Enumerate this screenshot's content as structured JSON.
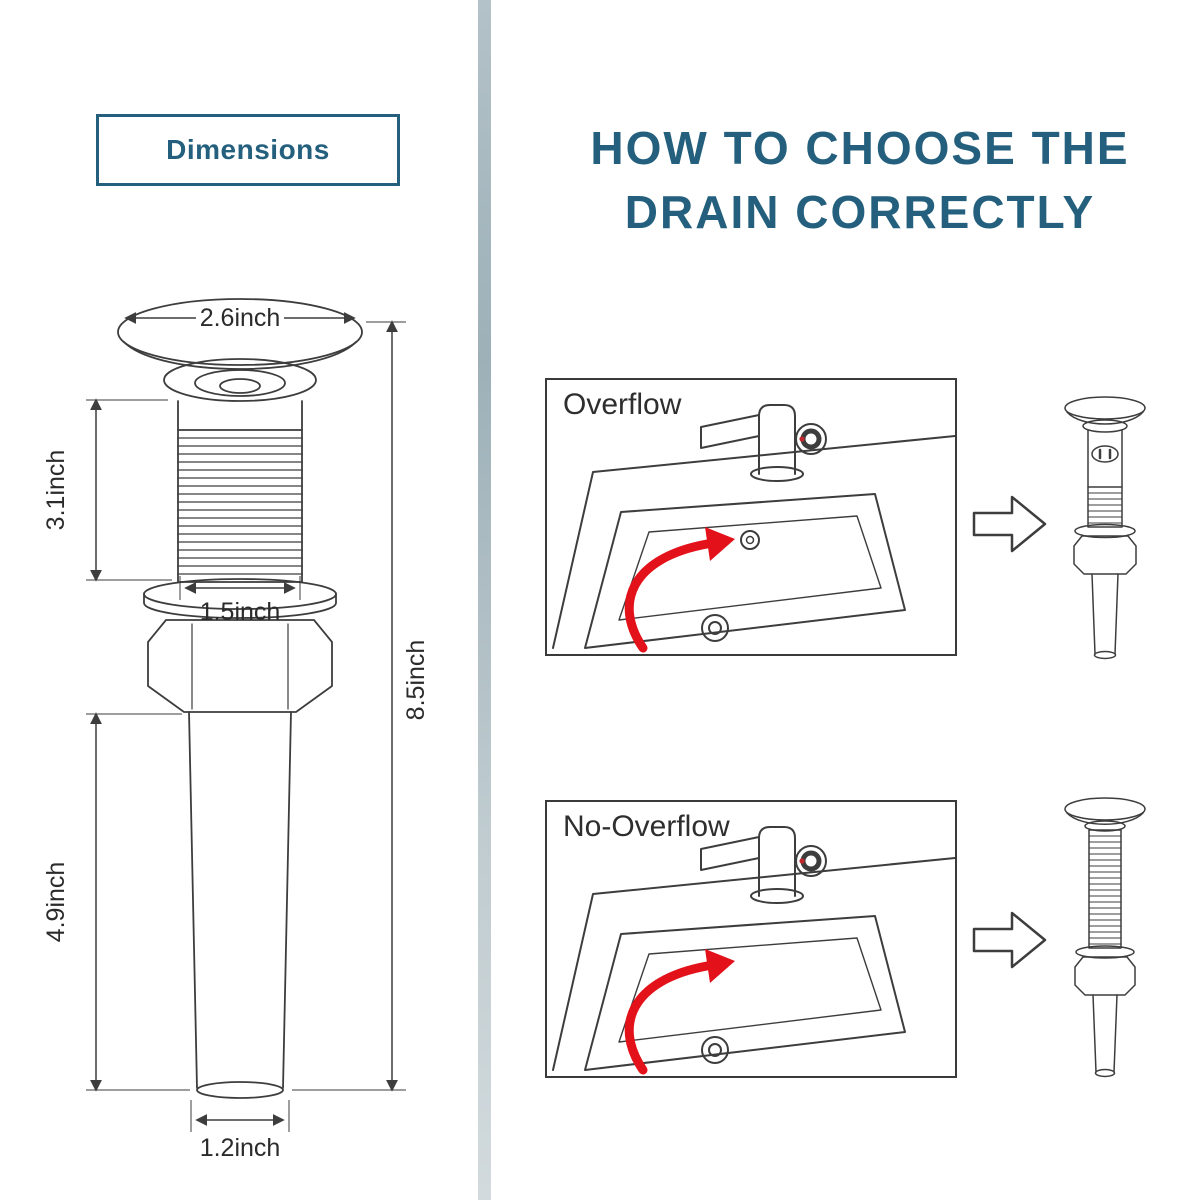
{
  "colors": {
    "accent_blue": "#24607e",
    "line_gray": "#3d3d3d",
    "arrow_red": "#e3111a"
  },
  "dimensions_panel": {
    "title": "Dimensions",
    "labels": {
      "cap_width": "2.6inch",
      "thread_height": "3.1inch",
      "thread_width": "1.5inch",
      "total_height": "8.5inch",
      "tail_length": "4.9inch",
      "tail_width": "1.2inch"
    }
  },
  "guide_panel": {
    "title_line1": "HOW TO CHOOSE THE",
    "title_line2": "DRAIN CORRECTLY",
    "options": [
      {
        "label": "Overflow"
      },
      {
        "label": "No-Overflow"
      }
    ]
  }
}
